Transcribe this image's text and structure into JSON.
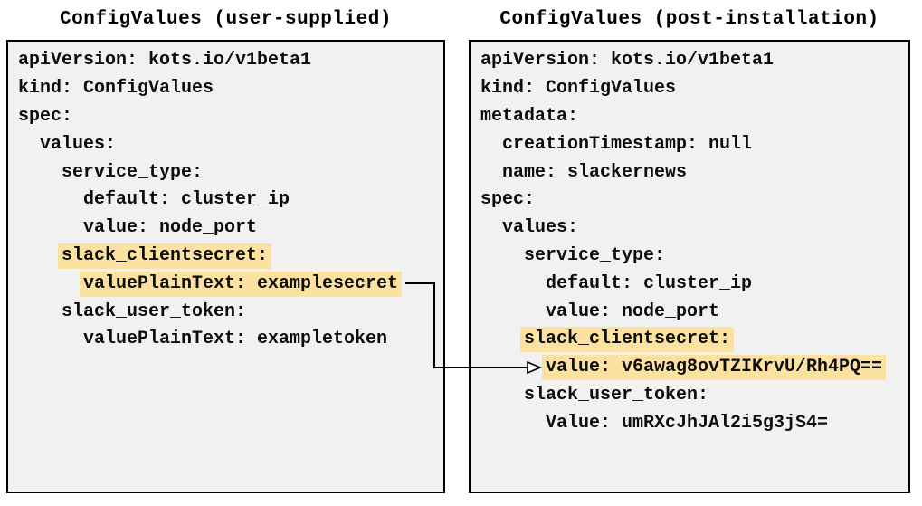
{
  "diagram": {
    "panels": [
      {
        "id": "user-supplied",
        "title": "ConfigValues (user-supplied)",
        "lines": [
          {
            "indent": 0,
            "text": "apiVersion: kots.io/v1beta1",
            "highlight": false
          },
          {
            "indent": 0,
            "text": "kind: ConfigValues",
            "highlight": false
          },
          {
            "indent": 0,
            "text": "spec:",
            "highlight": false
          },
          {
            "indent": 2,
            "text": "values:",
            "highlight": false
          },
          {
            "indent": 4,
            "text": "service_type:",
            "highlight": false
          },
          {
            "indent": 6,
            "text": "default: cluster_ip",
            "highlight": false
          },
          {
            "indent": 6,
            "text": "value: node_port",
            "highlight": false
          },
          {
            "indent": 4,
            "text": "slack_clientsecret:",
            "highlight": true
          },
          {
            "indent": 6,
            "text": "valuePlainText: examplesecret",
            "highlight": true
          },
          {
            "indent": 4,
            "text": "slack_user_token:",
            "highlight": false
          },
          {
            "indent": 6,
            "text": "valuePlainText: exampletoken",
            "highlight": false
          }
        ]
      },
      {
        "id": "post-installation",
        "title": "ConfigValues (post-installation)",
        "lines": [
          {
            "indent": 0,
            "text": "apiVersion: kots.io/v1beta1",
            "highlight": false
          },
          {
            "indent": 0,
            "text": "kind: ConfigValues",
            "highlight": false
          },
          {
            "indent": 0,
            "text": "metadata:",
            "highlight": false
          },
          {
            "indent": 2,
            "text": "creationTimestamp: null",
            "highlight": false
          },
          {
            "indent": 2,
            "text": "name: slackernews",
            "highlight": false
          },
          {
            "indent": 0,
            "text": "spec:",
            "highlight": false
          },
          {
            "indent": 2,
            "text": "values:",
            "highlight": false
          },
          {
            "indent": 4,
            "text": "service_type:",
            "highlight": false
          },
          {
            "indent": 6,
            "text": "default: cluster_ip",
            "highlight": false
          },
          {
            "indent": 6,
            "text": "value: node_port",
            "highlight": false
          },
          {
            "indent": 4,
            "text": "slack_clientsecret:",
            "highlight": true
          },
          {
            "indent": 6,
            "text": "value: v6awag8ovTZIKrvU/Rh4PQ==",
            "highlight": true
          },
          {
            "indent": 4,
            "text": "slack_user_token:",
            "highlight": false
          },
          {
            "indent": 6,
            "text": "Value: umRXcJhJAl2i5g3jS4=",
            "highlight": false
          }
        ]
      }
    ],
    "arrow": {
      "from": "valuePlainText: examplesecret",
      "to": "value: v6awag8ovTZIKrvU/Rh4PQ=="
    },
    "colors": {
      "highlight": "#fce2a1",
      "panel_bg": "#f1f1f1",
      "border": "#000000",
      "arrow": "#000000"
    }
  }
}
